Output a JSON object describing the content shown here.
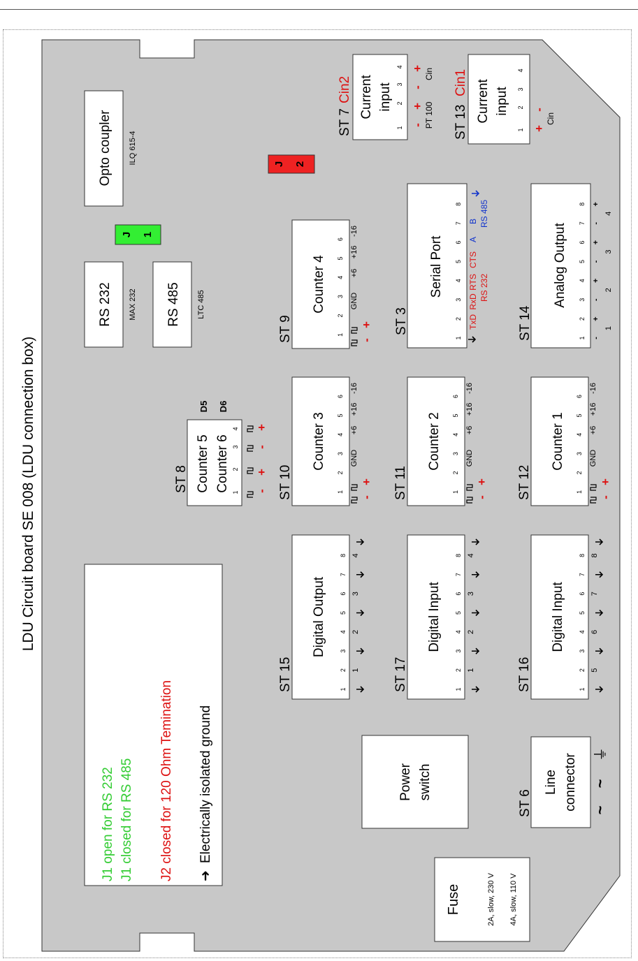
{
  "title": "LDU Circuit board SE 008 (LDU connection box)",
  "legend": {
    "j1_open": "J1 open for RS 232",
    "j1_closed": "J1 closed for RS 485",
    "j2_closed": "J2 closed for 120 Ohm Temination",
    "isolated": "Electrically isolated ground",
    "arrow": "➜"
  },
  "colors": {
    "board": "#c8c8c8",
    "green": "#33cc33",
    "red": "#dd1111",
    "blue": "#1133cc",
    "j1_fill": "#33ee33",
    "j2_fill": "#ee2222"
  },
  "chips": {
    "opto": {
      "label": "Opto coupler",
      "part": "ILQ 615-4"
    },
    "rs232": {
      "label": "RS 232",
      "part": "MAX 232"
    },
    "rs485": {
      "label": "RS 485",
      "part": "LTC 485"
    }
  },
  "jumpers": {
    "j1": {
      "a": "J",
      "b": "1"
    },
    "j2": {
      "a": "J",
      "b": "2"
    }
  },
  "st7": {
    "name": "ST 7",
    "cin": "Cin2",
    "label1": "Current",
    "label2": "input",
    "pins": [
      "1",
      "2",
      "3",
      "4"
    ],
    "signs": [
      "-",
      "+",
      "-",
      "+"
    ],
    "pt": "PT 100",
    "cin_small": "Cin"
  },
  "st13": {
    "name": "ST 13",
    "cin": "Cin1",
    "label1": "Current",
    "label2": "input",
    "pins": [
      "1",
      "2",
      "3",
      "4"
    ],
    "plus": "+",
    "minus": "-",
    "cin_small": "Cin"
  },
  "st8": {
    "name": "ST 8",
    "line1": "Counter 5",
    "line2": "Counter 6",
    "d5": "D5",
    "d6": "D6",
    "pins": [
      "1",
      "2",
      "3",
      "4"
    ],
    "signs": [
      "-",
      "+",
      "-",
      "+"
    ]
  },
  "counters": {
    "st9": {
      "name": "ST 9",
      "label": "Counter 4"
    },
    "st10": {
      "name": "ST 10",
      "label": "Counter 3"
    },
    "st11": {
      "name": "ST 11",
      "label": "Counter 2"
    },
    "st12": {
      "name": "ST 12",
      "label": "Counter 1"
    },
    "pins": [
      "1",
      "2",
      "3",
      "4",
      "5",
      "6"
    ],
    "gnd": "GND",
    "p6": "+6",
    "p16": "+16",
    "m16": "-16",
    "minus": "-",
    "plus": "+"
  },
  "st3": {
    "name": "ST 3",
    "label": "Serial Port",
    "pins": [
      "1",
      "2",
      "3",
      "4",
      "5",
      "6",
      "7",
      "8"
    ],
    "txd": "TxD",
    "rxd": "RxD",
    "rts": "RTS",
    "cts": "CTS",
    "a": "A",
    "b": "B",
    "rs232": "RS 232",
    "rs485": "RS 485"
  },
  "st14": {
    "name": "ST 14",
    "label": "Analog Output",
    "pins": [
      "1",
      "2",
      "3",
      "4",
      "5",
      "6",
      "7",
      "8"
    ],
    "signs": [
      "-",
      "+",
      "-",
      "+",
      "-",
      "+",
      "-",
      "+"
    ],
    "channels": [
      "1",
      "2",
      "3",
      "4"
    ]
  },
  "st15": {
    "name": "ST 15",
    "label": "Digital Output",
    "pins": [
      "1",
      "2",
      "3",
      "4",
      "5",
      "6",
      "7",
      "8"
    ],
    "channels": [
      "1",
      "2",
      "3",
      "4"
    ]
  },
  "st17": {
    "name": "ST 17",
    "label": "Digital Input",
    "pins": [
      "1",
      "2",
      "3",
      "4",
      "5",
      "6",
      "7",
      "8"
    ],
    "channels": [
      "1",
      "2",
      "3",
      "4"
    ]
  },
  "st16": {
    "name": "ST 16",
    "label": "Digital Input",
    "pins": [
      "1",
      "2",
      "3",
      "4",
      "5",
      "6",
      "7",
      "8"
    ],
    "channels": [
      "5",
      "6",
      "7",
      "8"
    ]
  },
  "power": {
    "line1": "Power",
    "line2": "switch"
  },
  "st6": {
    "name": "ST 6",
    "line1": "Line",
    "line2": "connector",
    "symbols": [
      "~",
      "~",
      "⏚"
    ]
  },
  "fuse": {
    "label": "Fuse",
    "line1": "2A, slow, 230 V",
    "line2": "4A, slow, 110 V"
  }
}
